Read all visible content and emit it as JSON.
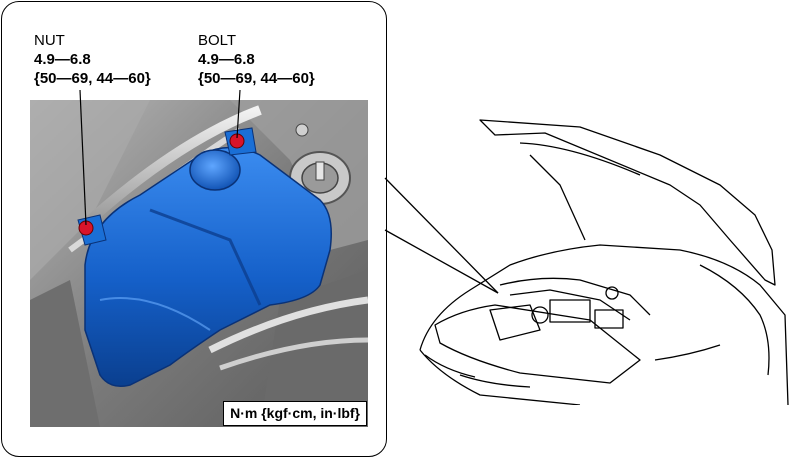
{
  "callout": {
    "nut": {
      "name": "NUT",
      "torque_nm": "4.9—6.8",
      "torque_alt": "{50—69, 44—60}"
    },
    "bolt": {
      "name": "BOLT",
      "torque_nm": "4.9—6.8",
      "torque_alt": "{50—69, 44—60}"
    },
    "units": "N·m {kgf·cm, in·lbf}"
  },
  "colors": {
    "reservoir": "#1a6fd6",
    "reservoir_shadow": "#0a3f8f",
    "fastener_marker": "#d8142a",
    "frame": "#000000"
  }
}
